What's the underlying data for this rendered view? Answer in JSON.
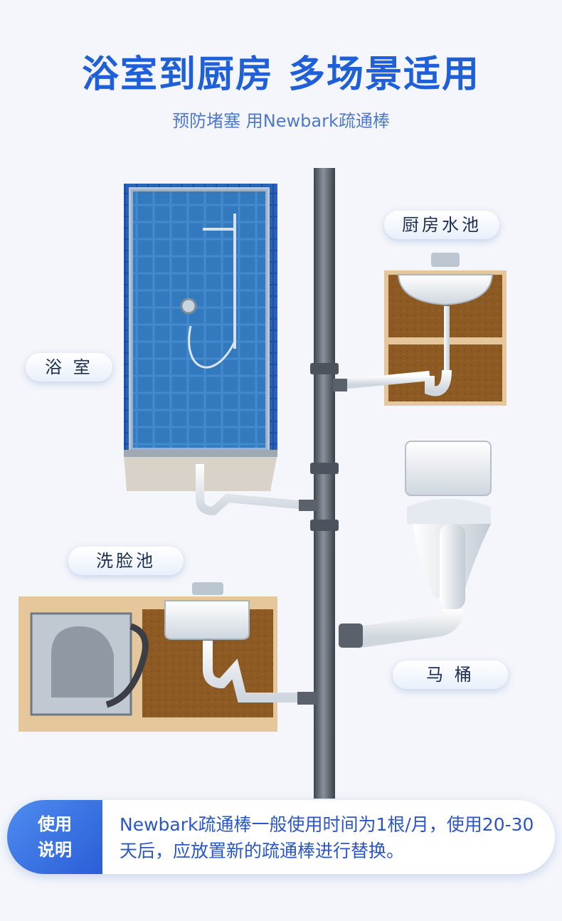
{
  "header": {
    "title": "浴室到厨房 多场景适用",
    "subtitle": "预防堵塞 用Newbark疏通棒"
  },
  "labels": {
    "kitchen_sink": "厨房水池",
    "bathroom": "浴 室",
    "washbasin": "洗脸池",
    "toilet": "马 桶"
  },
  "usage": {
    "tag_line1": "使用",
    "tag_line2": "说明",
    "text": "Newbark疏通棒一般使用时间为1根/月，使用20-30天后，应放置新的疏通棒进行替换。"
  },
  "colors": {
    "title": "#1f5fd8",
    "accent": "#2a5ed6",
    "tile": "#3e8ed0",
    "pipe": "#5c6470",
    "cabinet": "#8a5a22"
  }
}
